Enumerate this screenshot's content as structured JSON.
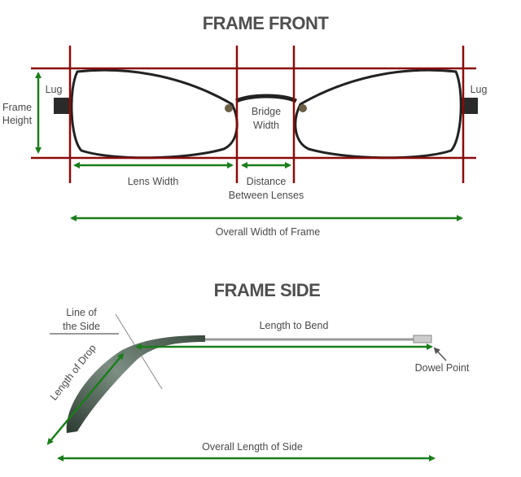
{
  "front": {
    "title": "FRAME FRONT",
    "lug_left": "Lug",
    "lug_right": "Lug",
    "frame_height_1": "Frame",
    "frame_height_2": "Height",
    "bridge_width_1": "Bridge",
    "bridge_width_2": "Width",
    "lens_width": "Lens Width",
    "distance_1": "Distance",
    "distance_2": "Between Lenses",
    "overall_width": "Overall Width of Frame"
  },
  "side": {
    "title": "FRAME SIDE",
    "line_of_side_1": "Line of",
    "line_of_side_2": "the Side",
    "length_to_bend": "Length to Bend",
    "length_of_drop": "Length of Drop",
    "dowel_point": "Dowel Point",
    "overall_length": "Overall Length of Side"
  },
  "colors": {
    "guide": "#8b0a0a",
    "arrow": "#1a7d1a",
    "text": "#4a4a4a"
  }
}
